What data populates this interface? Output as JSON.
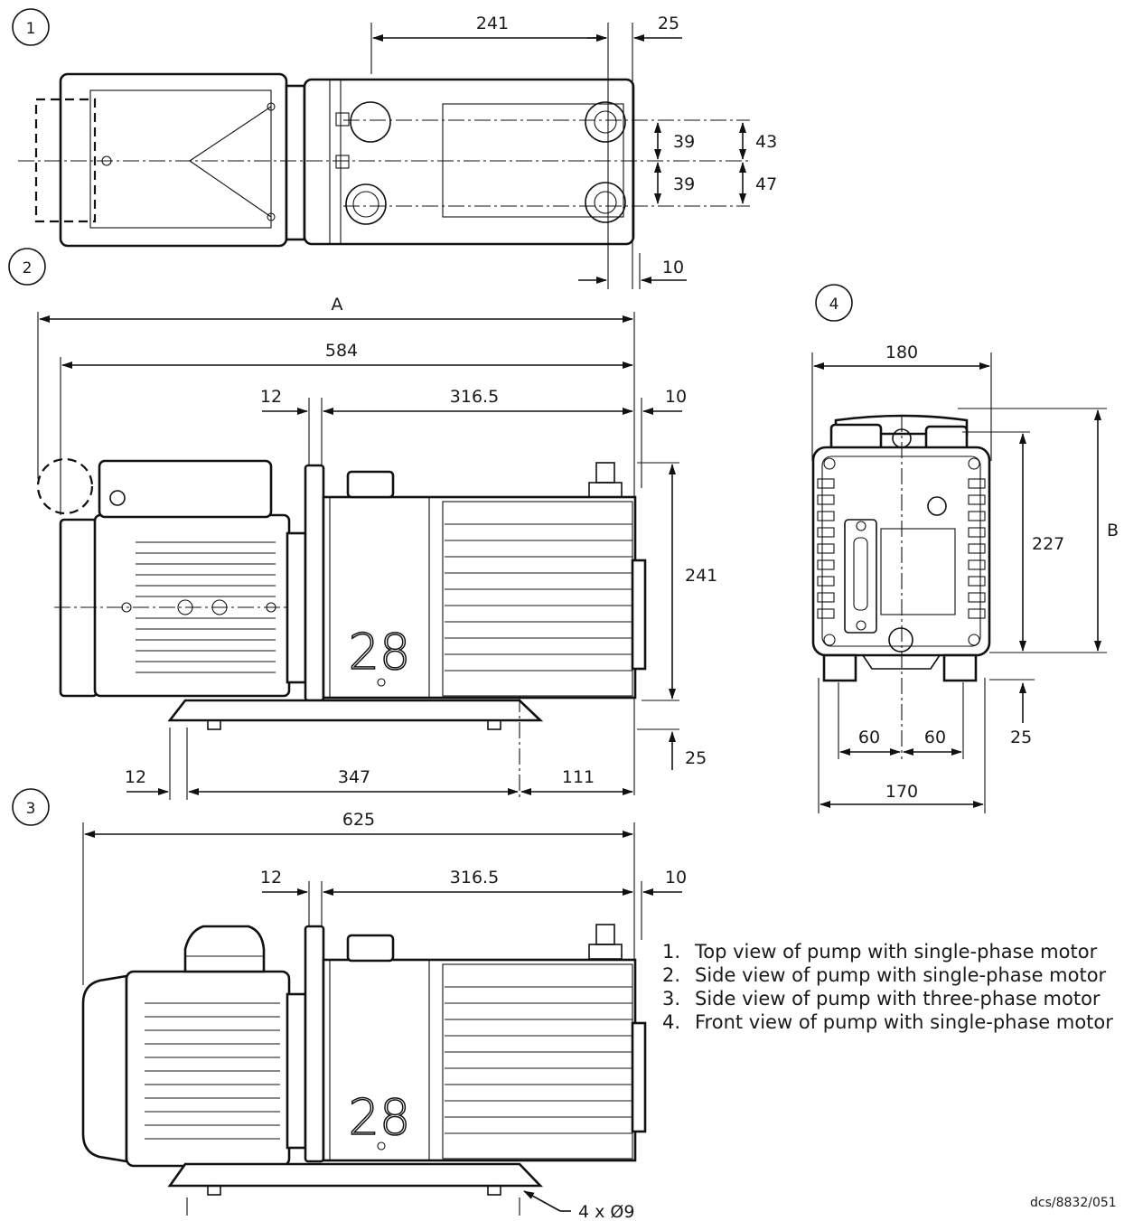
{
  "views": {
    "v1": "1",
    "v2": "2",
    "v3": "3",
    "v4": "4"
  },
  "dimensions": {
    "top_241": "241",
    "top_25": "25",
    "top_39a": "39",
    "top_39b": "39",
    "top_43": "43",
    "top_47": "47",
    "top_10": "10",
    "side_A": "A",
    "side_584": "584",
    "side_12": "12",
    "side_316": "316.5",
    "side_10": "10",
    "side_241": "241",
    "side_25": "25",
    "side_12b": "12",
    "side_347": "347",
    "side_111": "111",
    "tp_625": "625",
    "tp_12": "12",
    "tp_316": "316.5",
    "tp_10": "10",
    "tp_holes": "4 x Ø9",
    "front_180": "180",
    "front_227": "227",
    "front_B": "B",
    "front_25": "25",
    "front_60a": "60",
    "front_60b": "60",
    "front_170": "170"
  },
  "pump_label": "28",
  "legend": [
    {
      "num": "1.",
      "text": "Top view of pump with single-phase motor"
    },
    {
      "num": "2.",
      "text": "Side view of pump with single-phase motor"
    },
    {
      "num": "3.",
      "text": "Side view of pump with three-phase motor"
    },
    {
      "num": "4.",
      "text": "Front view of pump with single-phase motor"
    }
  ],
  "reference": "dcs/8832/051"
}
